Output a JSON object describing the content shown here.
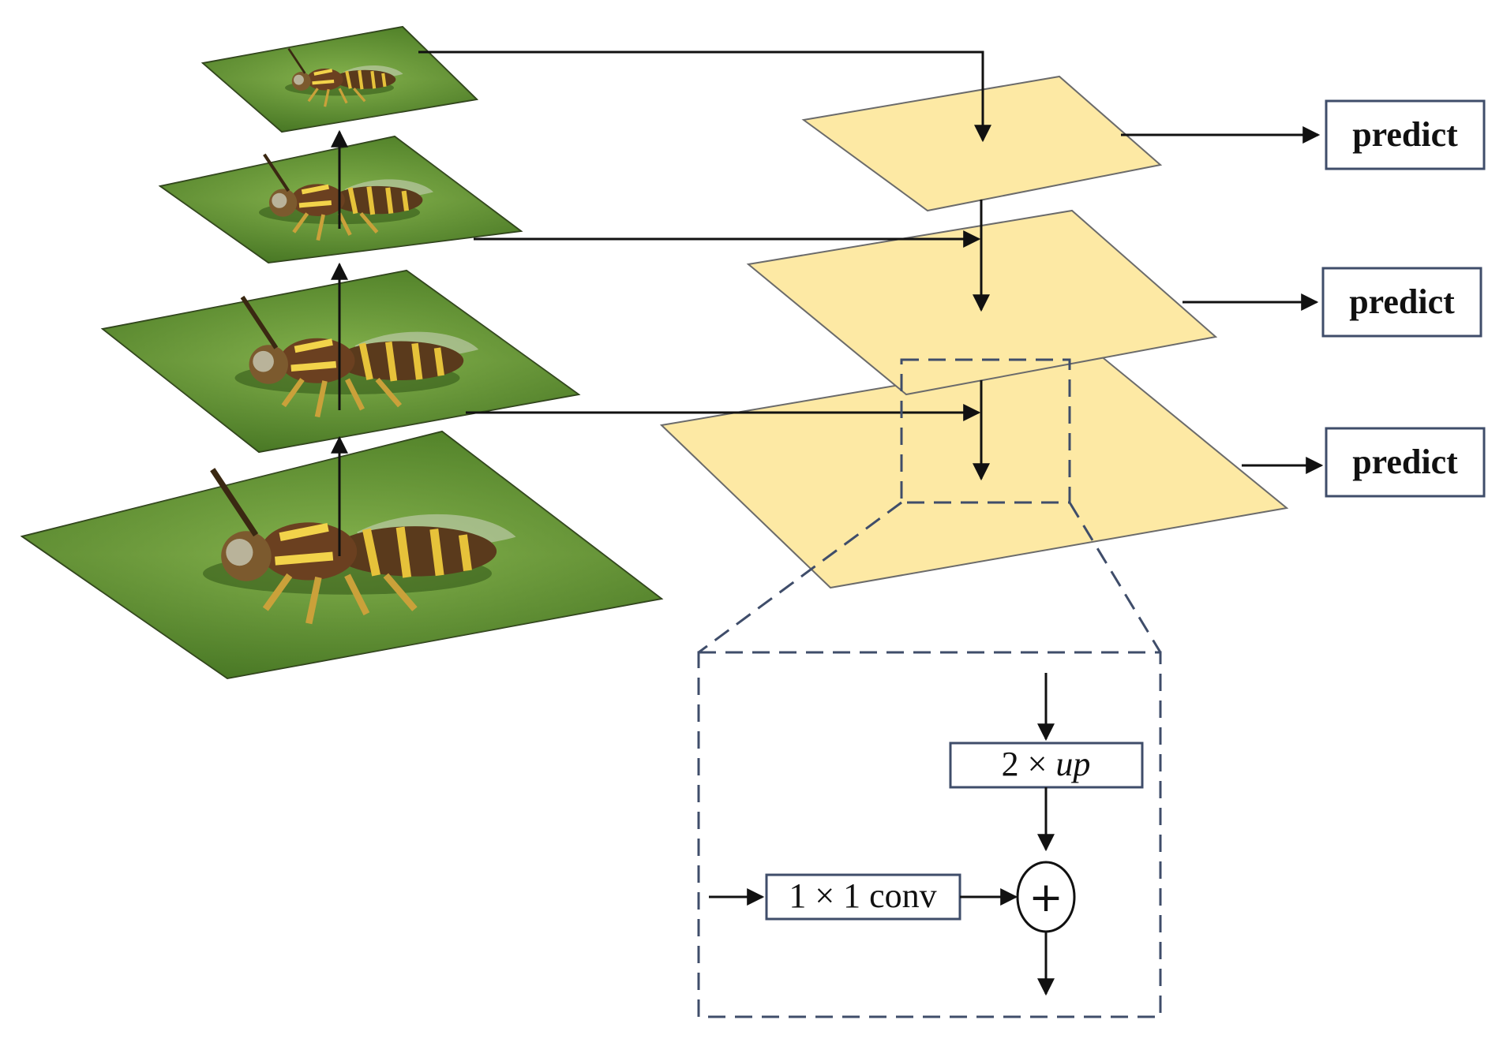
{
  "colors": {
    "feature_map_fill": "#fde9a4",
    "feature_map_stroke": "#6b6b6b",
    "grass_light": "#74a63c",
    "grass_dark": "#3f6e20",
    "box_stroke": "#3f4d6a",
    "arrow": "#111111"
  },
  "icons": [
    "insect-image",
    "arrow-head",
    "plus-circle-icon"
  ],
  "predict_labels": [
    "predict",
    "predict",
    "predict"
  ],
  "detail": {
    "upsample_label": "2 × ",
    "upsample_italic": "up",
    "conv_label": "1 × 1 conv",
    "sum_symbol": "+"
  }
}
